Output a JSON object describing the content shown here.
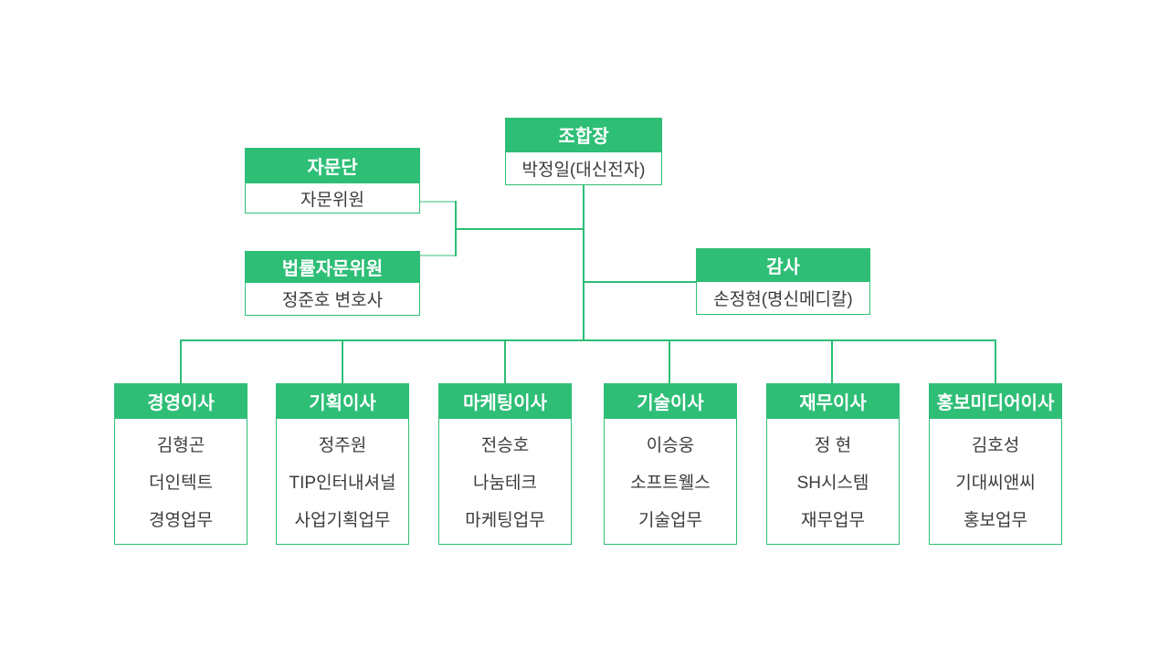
{
  "colors": {
    "header_green": "#2ebe76",
    "mint_connector": "#9adfbc",
    "body_text": "#3c3c3c",
    "header_text": "#ffffff",
    "background": "#ffffff"
  },
  "org": {
    "chairman": {
      "title": "조합장",
      "lines": [
        "박정일(대신전자)"
      ]
    },
    "advisory_group": {
      "title": "자문단",
      "lines": [
        "자문위원"
      ]
    },
    "legal_advisor": {
      "title": "법률자문위원",
      "lines": [
        "정준호 변호사"
      ]
    },
    "auditor": {
      "title": "감사",
      "lines": [
        "손정현(명신메디칼)"
      ]
    },
    "directors": [
      {
        "title": "경영이사",
        "lines": [
          "김형곤",
          "더인텍트",
          "경영업무"
        ]
      },
      {
        "title": "기획이사",
        "lines": [
          "정주원",
          "TIP인터내셔널",
          "사업기획업무"
        ]
      },
      {
        "title": "마케팅이사",
        "lines": [
          "전승호",
          "나눔테크",
          "마케팅업무"
        ]
      },
      {
        "title": "기술이사",
        "lines": [
          "이승웅",
          "소프트웰스",
          "기술업무"
        ]
      },
      {
        "title": "재무이사",
        "lines": [
          "정 현",
          "SH시스템",
          "재무업무"
        ]
      },
      {
        "title": "홍보미디어이사",
        "lines": [
          "김호성",
          "기대씨앤씨",
          "홍보업무"
        ]
      }
    ]
  }
}
